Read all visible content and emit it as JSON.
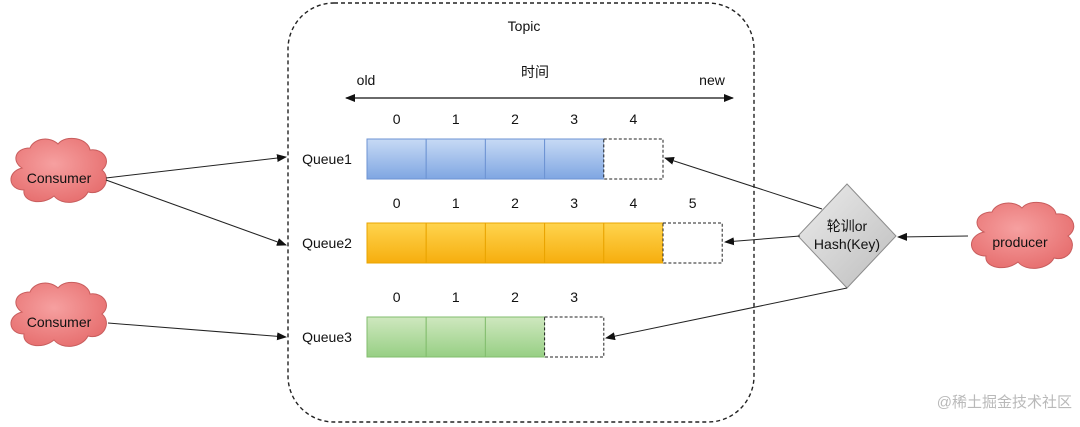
{
  "topic": {
    "title": "Topic",
    "time_label": "时间",
    "old_label": "old",
    "new_label": "new"
  },
  "queues": [
    {
      "name": "Queue1",
      "color": "#a9c4ec",
      "color_dark": "#6d93d3",
      "filled": [
        0,
        1,
        2,
        3
      ],
      "empty": [
        4
      ],
      "indices": [
        "0",
        "1",
        "2",
        "3",
        "4"
      ]
    },
    {
      "name": "Queue2",
      "color": "#ffc933",
      "color_dark": "#e9a400",
      "filled": [
        0,
        1,
        2,
        3,
        4
      ],
      "empty": [
        5
      ],
      "indices": [
        "0",
        "1",
        "2",
        "3",
        "4",
        "5"
      ]
    },
    {
      "name": "Queue3",
      "color": "#b5dba0",
      "color_dark": "#82bd6d",
      "filled": [
        0,
        1,
        2
      ],
      "empty": [
        3
      ],
      "indices": [
        "0",
        "1",
        "2",
        "3"
      ]
    }
  ],
  "consumers": [
    "Consumer",
    "Consumer"
  ],
  "producer": "producer",
  "router": {
    "line1": "轮训or",
    "line2": "Hash(Key)"
  },
  "watermark": "@稀土掘金技术社区",
  "colors": {
    "cloud_fill": "#ee7a7a",
    "cloud_stroke": "#c85d5d",
    "diamond_fill": "#cfcfcf",
    "diamond_stroke": "#8c8c8c"
  }
}
